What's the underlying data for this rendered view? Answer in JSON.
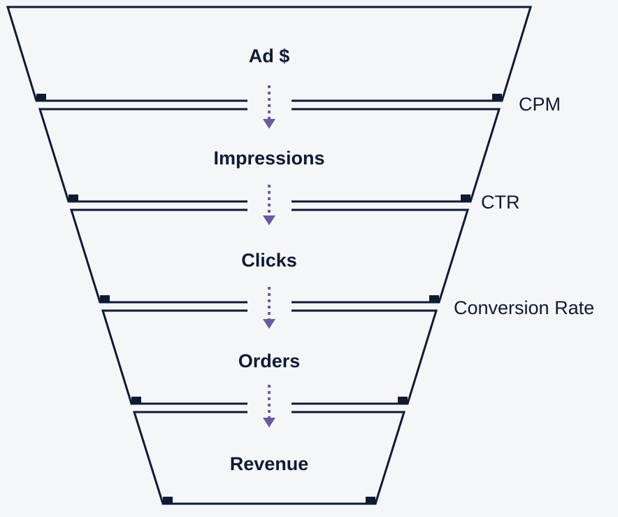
{
  "colors": {
    "outline": "#0f1a33",
    "arrow": "#6b5b9e",
    "background": "#f5f6f8"
  },
  "stages": [
    {
      "label": "Ad $"
    },
    {
      "label": "Impressions"
    },
    {
      "label": "Clicks"
    },
    {
      "label": "Orders"
    },
    {
      "label": "Revenue"
    }
  ],
  "metrics": [
    {
      "label": "CPM"
    },
    {
      "label": "CTR"
    },
    {
      "label": "Conversion Rate"
    },
    {
      "label": ""
    }
  ]
}
